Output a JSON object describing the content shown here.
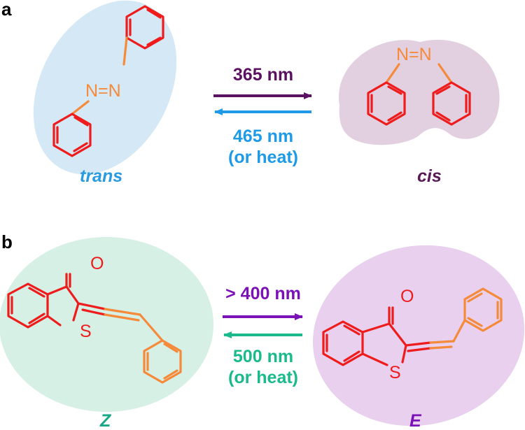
{
  "panel_a": {
    "letter": "a",
    "forward_condition": "365 nm",
    "reverse_condition_line1": "465 nm",
    "reverse_condition_line2": "(or heat)",
    "left_isomer": "trans",
    "right_isomer": "cis",
    "left_nitrogen_label": "N=N",
    "right_nitrogen_label": "N=N"
  },
  "panel_b": {
    "letter": "b",
    "forward_condition": "> 400 nm",
    "reverse_condition_line1": "500 nm",
    "reverse_condition_line2": "(or heat)",
    "left_isomer": "Z",
    "right_isomer": "E",
    "oxygen_label": "O",
    "sulfur_label": "S"
  },
  "colors": {
    "ring_red": "#ee1c1c",
    "substituent_orange": "#f58a3a",
    "trans_blob": "#d4e8f6",
    "cis_blob": "#e2d0e0",
    "z_blob": "#d6f0e6",
    "e_blob": "#e8d0ee",
    "trans_label": "#2a9be0",
    "cis_label": "#5a1a55",
    "arrow_365": "#5a1260",
    "arrow_465": "#1e9ae6",
    "arrow_400": "#7a12b8",
    "arrow_500": "#1aba8c",
    "z_label": "#1aa886",
    "e_label": "#7a12b8"
  }
}
